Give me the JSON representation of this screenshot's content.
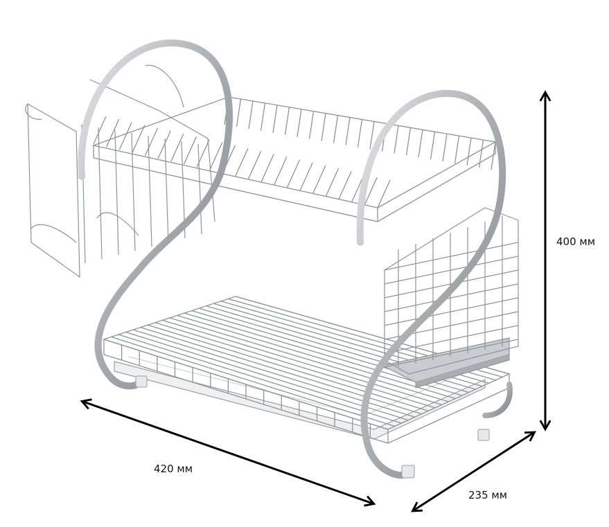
{
  "dimensions": {
    "width_label": "420 мм",
    "depth_label": "235 мм",
    "height_label": "400 мм"
  },
  "colors": {
    "metal": "#a9acb0",
    "metal_dark": "#7f8388",
    "metal_light": "#d9dbde",
    "tray": "#eef0f1",
    "arrow": "#000000"
  }
}
